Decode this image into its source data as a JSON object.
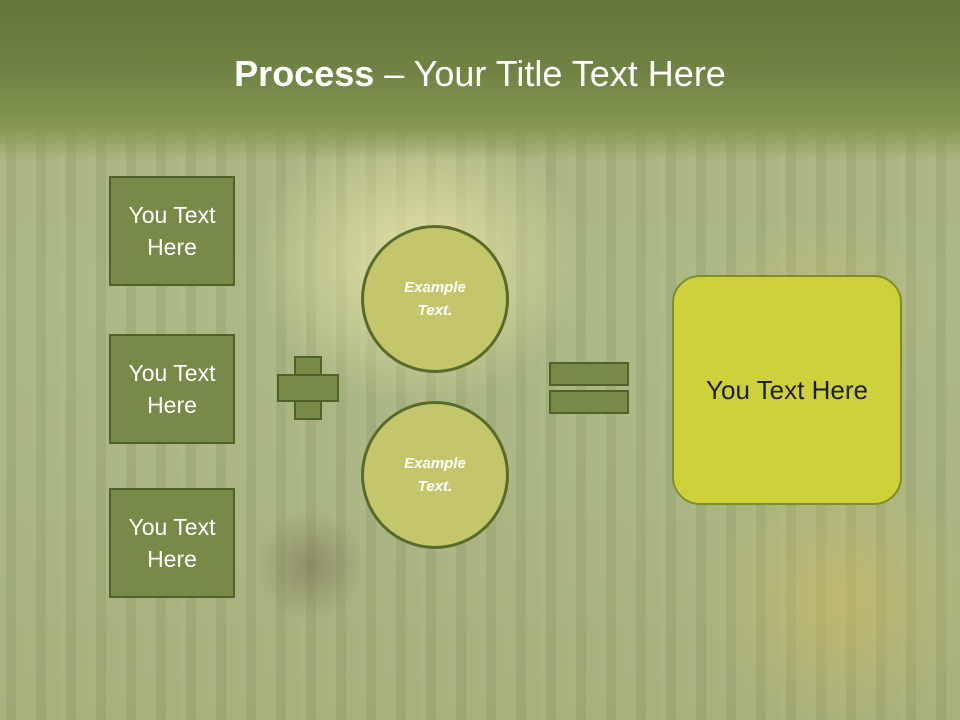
{
  "title": {
    "bold": "Process",
    "rest": " – Your Title Text Here"
  },
  "left_boxes": [
    {
      "line1": "You Text",
      "line2": "Here"
    },
    {
      "line1": "You Text",
      "line2": "Here"
    },
    {
      "line1": "You Text",
      "line2": "Here"
    }
  ],
  "circles": [
    {
      "line1": "Example",
      "line2": "Text."
    },
    {
      "line1": "Example",
      "line2": "Text."
    }
  ],
  "result": {
    "label": "You Text Here"
  },
  "colors": {
    "header": "#6f8444",
    "box_fill": "#778a48",
    "circle_fill": "#c4c66c",
    "result_fill": "#cfd13a"
  }
}
